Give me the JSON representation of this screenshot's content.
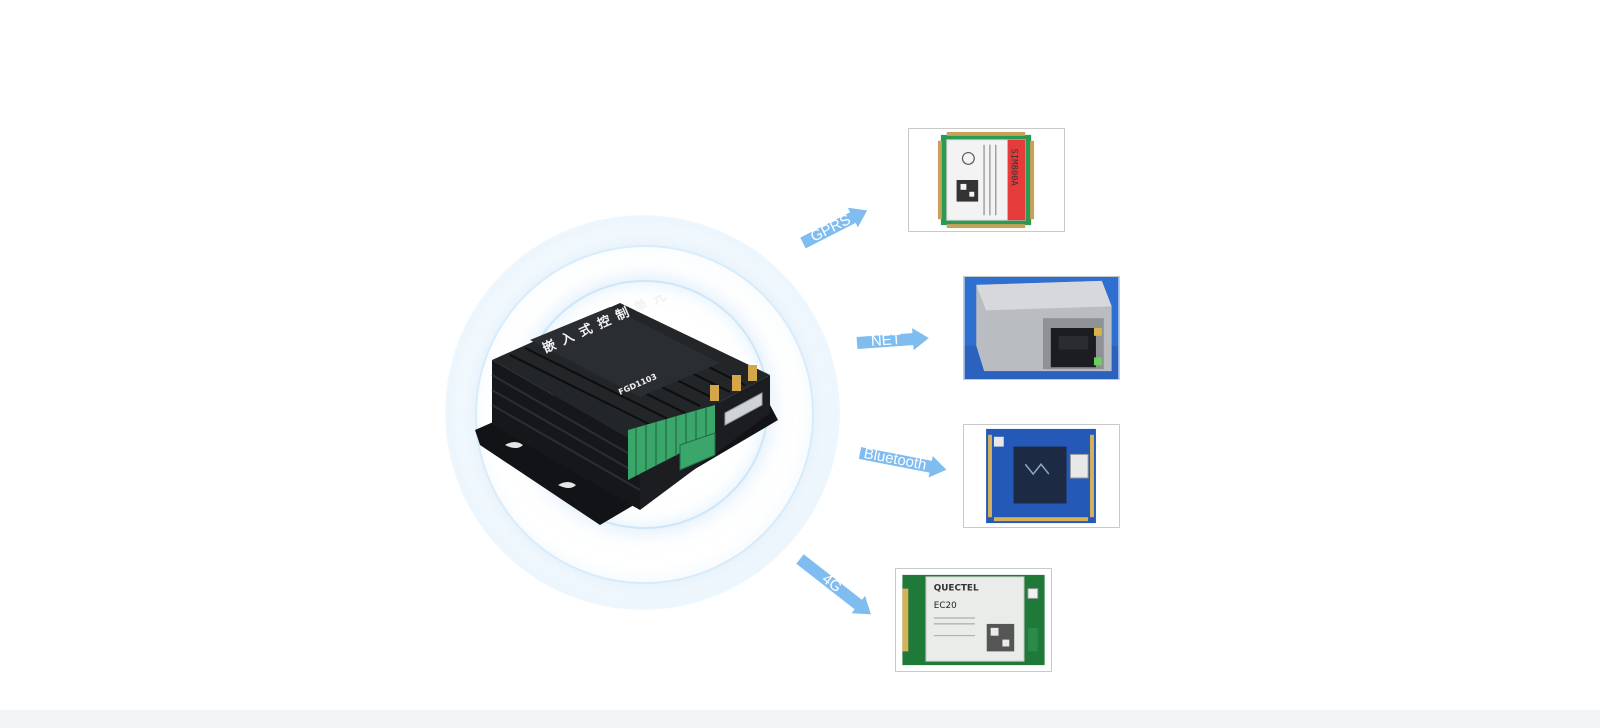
{
  "device": {
    "label": "嵌入式控制单元",
    "model": "FGD1103"
  },
  "modules": [
    {
      "arrow_label": "GPRS",
      "chip_label": "SIM800A"
    },
    {
      "arrow_label": "NET"
    },
    {
      "arrow_label": "Bluetooth"
    },
    {
      "arrow_label": "4G",
      "brand": "QUECTEL",
      "chip_label": "EC20"
    }
  ],
  "colors": {
    "arrow_fill": "#7fbdf0",
    "device_body": "#1b1d20",
    "terminal_green": "#3aa66a",
    "pcb_green": "#1f7a3a",
    "pcb_blue": "#2f6fd0"
  }
}
